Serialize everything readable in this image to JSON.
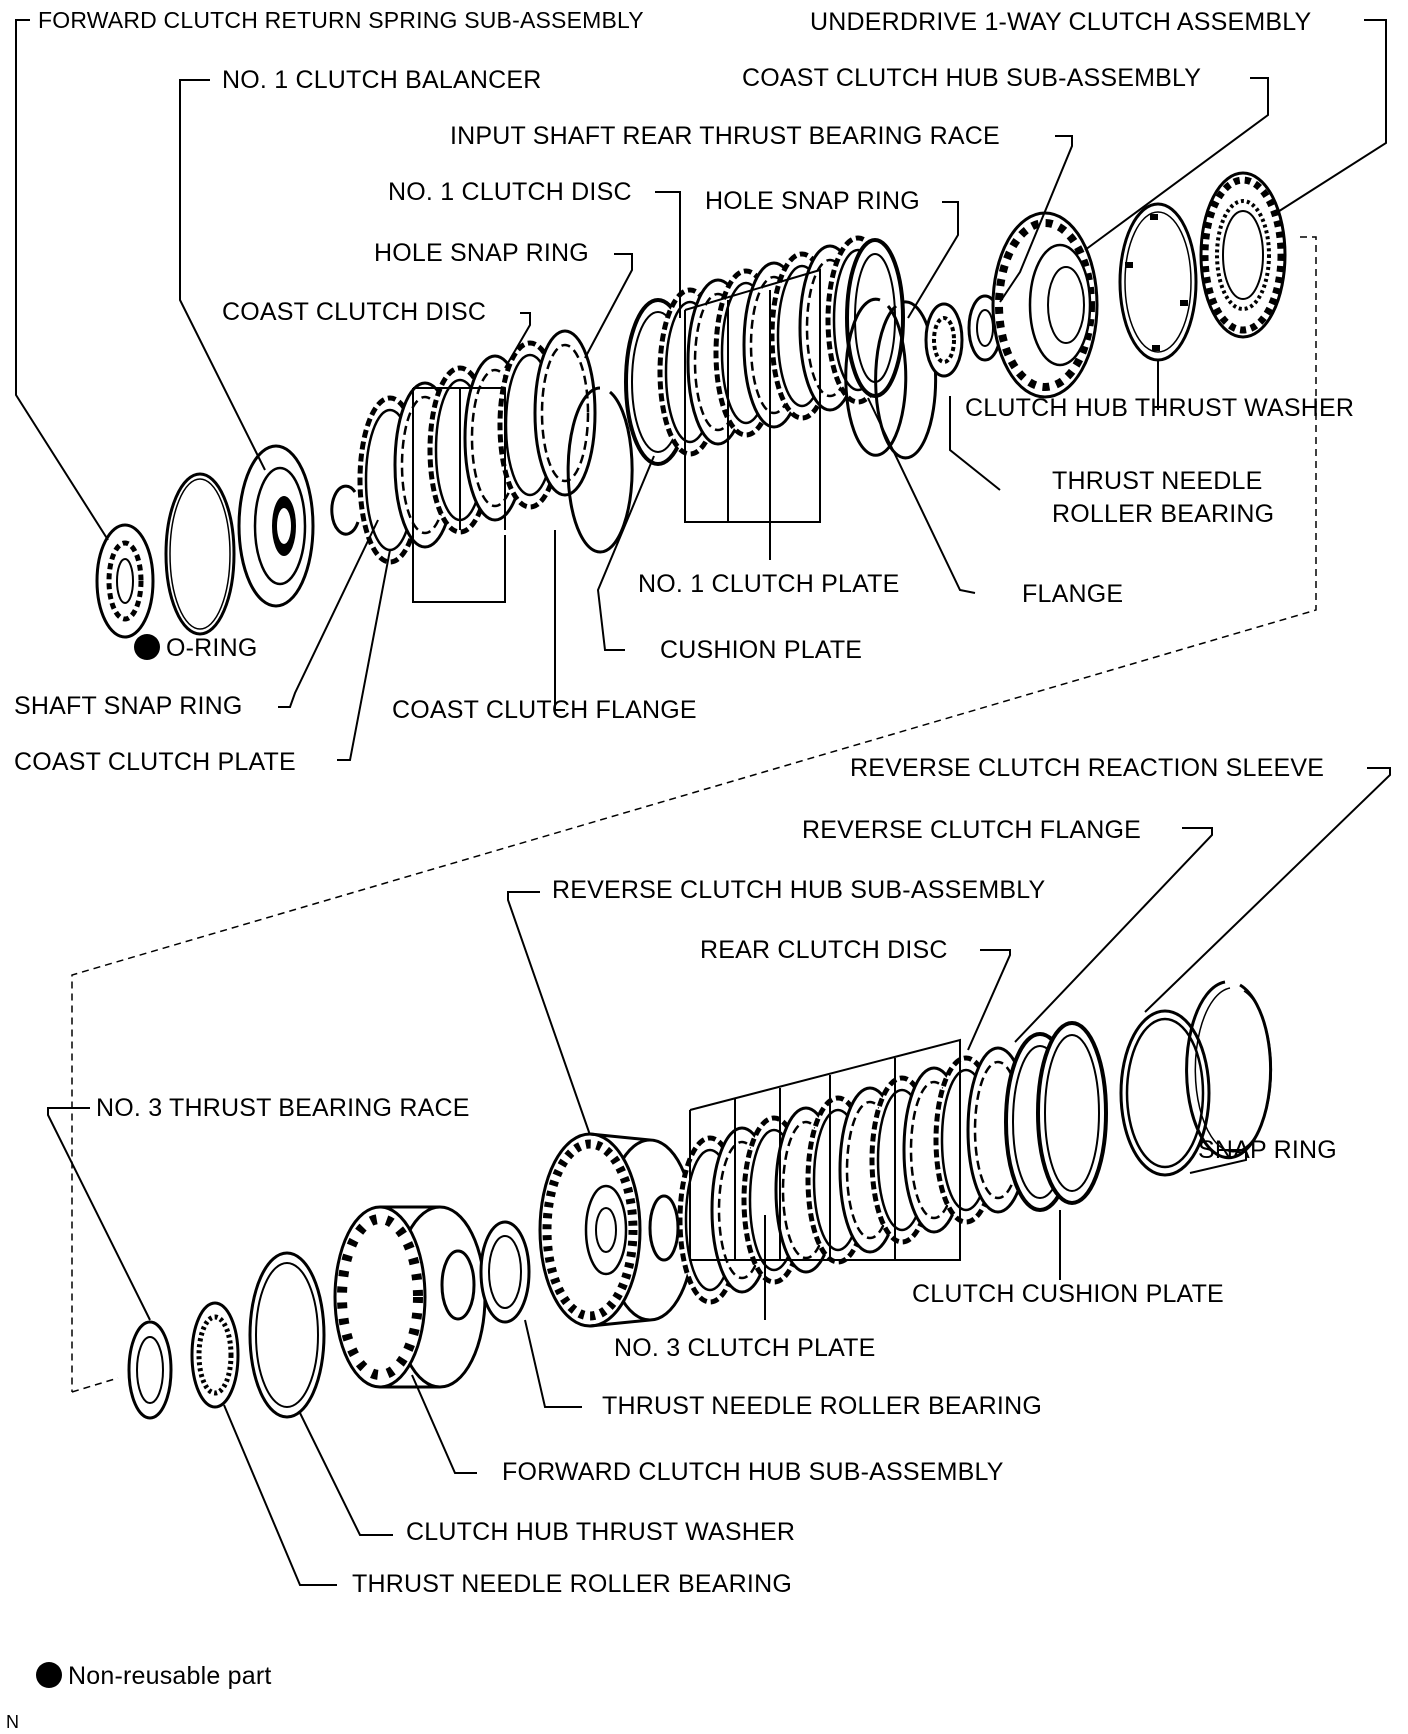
{
  "labels": {
    "forward_clutch_return_spring": "FORWARD CLUTCH RETURN SPRING SUB-ASSEMBLY",
    "no1_clutch_balancer": "NO. 1 CLUTCH BALANCER",
    "underdrive_1way_clutch": "UNDERDRIVE 1-WAY CLUTCH ASSEMBLY",
    "coast_clutch_hub": "COAST CLUTCH HUB SUB-ASSEMBLY",
    "input_shaft_rear_race": "INPUT SHAFT REAR THRUST BEARING RACE",
    "no1_clutch_disc": "NO. 1 CLUTCH DISC",
    "hole_snap_ring_right": "HOLE SNAP RING",
    "hole_snap_ring_left": "HOLE SNAP RING",
    "coast_clutch_disc": "COAST CLUTCH DISC",
    "clutch_hub_thrust_washer_top": "CLUTCH HUB THRUST WASHER",
    "thrust_needle_top_1": "THRUST NEEDLE",
    "thrust_needle_top_2": "ROLLER BEARING",
    "no1_clutch_plate": "NO. 1 CLUTCH PLATE",
    "flange": "FLANGE",
    "o_ring": "O-RING",
    "cushion_plate": "CUSHION PLATE",
    "shaft_snap_ring": "SHAFT SNAP RING",
    "coast_clutch_flange": "COAST CLUTCH FLANGE",
    "coast_clutch_plate": "COAST CLUTCH PLATE",
    "reverse_clutch_reaction_sleeve": "REVERSE CLUTCH REACTION SLEEVE",
    "reverse_clutch_flange": "REVERSE CLUTCH FLANGE",
    "reverse_clutch_hub": "REVERSE CLUTCH HUB SUB-ASSEMBLY",
    "rear_clutch_disc": "REAR CLUTCH DISC",
    "no3_thrust_bearing_race": "NO. 3 THRUST BEARING RACE",
    "snap_ring": "SNAP RING",
    "clutch_cushion_plate": "CLUTCH CUSHION PLATE",
    "no3_clutch_plate": "NO. 3 CLUTCH PLATE",
    "thrust_needle_roller_bearing_mid": "THRUST NEEDLE ROLLER BEARING",
    "forward_clutch_hub": "FORWARD CLUTCH HUB SUB-ASSEMBLY",
    "clutch_hub_thrust_washer_bottom": "CLUTCH HUB THRUST WASHER",
    "thrust_needle_roller_bearing_bottom": "THRUST NEEDLE ROLLER BEARING"
  },
  "legend": {
    "non_reusable": "Non-reusable part"
  },
  "corner_code": "N"
}
